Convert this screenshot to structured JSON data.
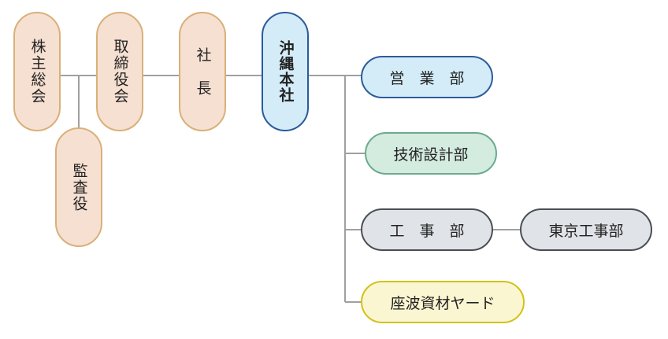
{
  "org_chart": {
    "shareholders_meeting": "株主総会",
    "auditor": "監査役",
    "board_of_directors": "取締役会",
    "president": "社　長",
    "okinawa_head_office": "沖縄本社",
    "sales_department": "営　業　部",
    "engineering_design_department": "技術設計部",
    "construction_department": "工　事　部",
    "tokyo_construction_department": "東京工事部",
    "zaha_materials_yard": "座波資材ヤード"
  },
  "colors": {
    "connector": "#a0a0a0",
    "executive_fill": "#f6e0d2",
    "executive_border": "#d9b07a",
    "head_office_fill": "#d4ecf8",
    "head_office_border": "#2b5b9c",
    "engineering_fill": "#d4ebe0",
    "engineering_border": "#6aab8e",
    "construction_fill": "#e0e3e7",
    "construction_border": "#4a4f55",
    "yard_fill": "#fbf6d2",
    "yard_border": "#d2c21a"
  }
}
